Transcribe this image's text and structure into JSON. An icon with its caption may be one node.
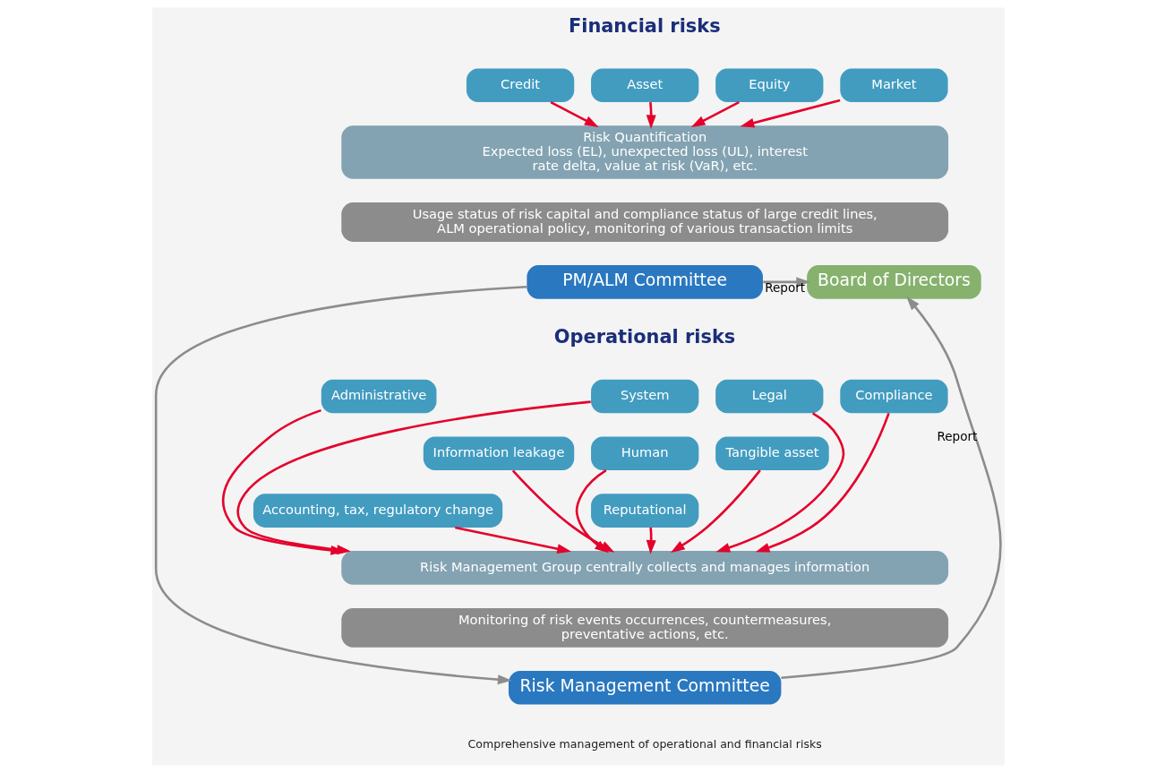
{
  "diagram": {
    "nodes": [
      {
        "text": [
          "Credit"
        ]
      },
      {
        "text": [
          "Asset"
        ]
      },
      {
        "text": [
          "Equity"
        ]
      },
      {
        "text": [
          "Market"
        ]
      },
      {
        "text": [
          "Risk Quantification",
          "Expected loss (EL), unexpected loss (UL), interest rate delta, value at risk (VaR), etc."
        ]
      },
      {
        "text": [
          "Usage status of risk capital and compliance status of large credit lines, ALM operational policy, monitoring of various transaction limits"
        ]
      },
      {
        "text": [
          "PM/ALM Committee"
        ]
      },
      {
        "text": [
          "Board of Directors"
        ]
      },
      {
        "text": [
          "Administrative"
        ]
      },
      {
        "text": [
          "System"
        ]
      },
      {
        "text": [
          "Legal"
        ]
      },
      {
        "text": [
          "Compliance"
        ]
      },
      {
        "text": [
          "Information leakage"
        ]
      },
      {
        "text": [
          "Human"
        ]
      },
      {
        "text": [
          "Tangible asset"
        ]
      },
      {
        "text": [
          "Accounting, tax, regulatory change"
        ]
      },
      {
        "text": [
          "Reputational"
        ]
      },
      {
        "text": [
          "Risk Management Group centrally collects and manages information"
        ]
      },
      {
        "text": [
          "Monitoring of risk events occurrences, countermeasures, preventative actions, etc."
        ]
      },
      {
        "text": [
          "Risk Management Committee"
        ]
      }
    ],
    "edges": [
      {
        "from": 0,
        "to": 4,
        "arrow": "to"
      },
      {
        "from": 1,
        "to": 4,
        "arrow": "to"
      },
      {
        "from": 2,
        "to": 4,
        "arrow": "to"
      },
      {
        "from": 3,
        "to": 4,
        "arrow": "to"
      },
      {
        "from": 6,
        "to": 7,
        "arrow": "to",
        "label": "Report",
        "color": "#8c8c8c"
      },
      {
        "from": 6,
        "to": 19,
        "arrow": "to",
        "color": "#8c8c8c"
      },
      {
        "from": 8,
        "to": 17,
        "arrow": "to"
      },
      {
        "from": 9,
        "to": 17,
        "arrow": "to"
      },
      {
        "from": 10,
        "to": 17,
        "arrow": "to"
      },
      {
        "from": 11,
        "to": 17,
        "arrow": "to"
      },
      {
        "from": 12,
        "to": 17,
        "arrow": "to"
      },
      {
        "from": 13,
        "to": 17,
        "arrow": "to"
      },
      {
        "from": 14,
        "to": 17,
        "arrow": "to"
      },
      {
        "from": 15,
        "to": 17,
        "arrow": "to"
      },
      {
        "from": 16,
        "to": 17,
        "arrow": "to"
      },
      {
        "from": 19,
        "to": 7,
        "arrow": "to",
        "label": "Report",
        "color": "#8c8c8c"
      }
    ],
    "labels": [
      "Financial risks",
      "Operational risks",
      "Comprehensive management of operational and financial risks"
    ]
  }
}
